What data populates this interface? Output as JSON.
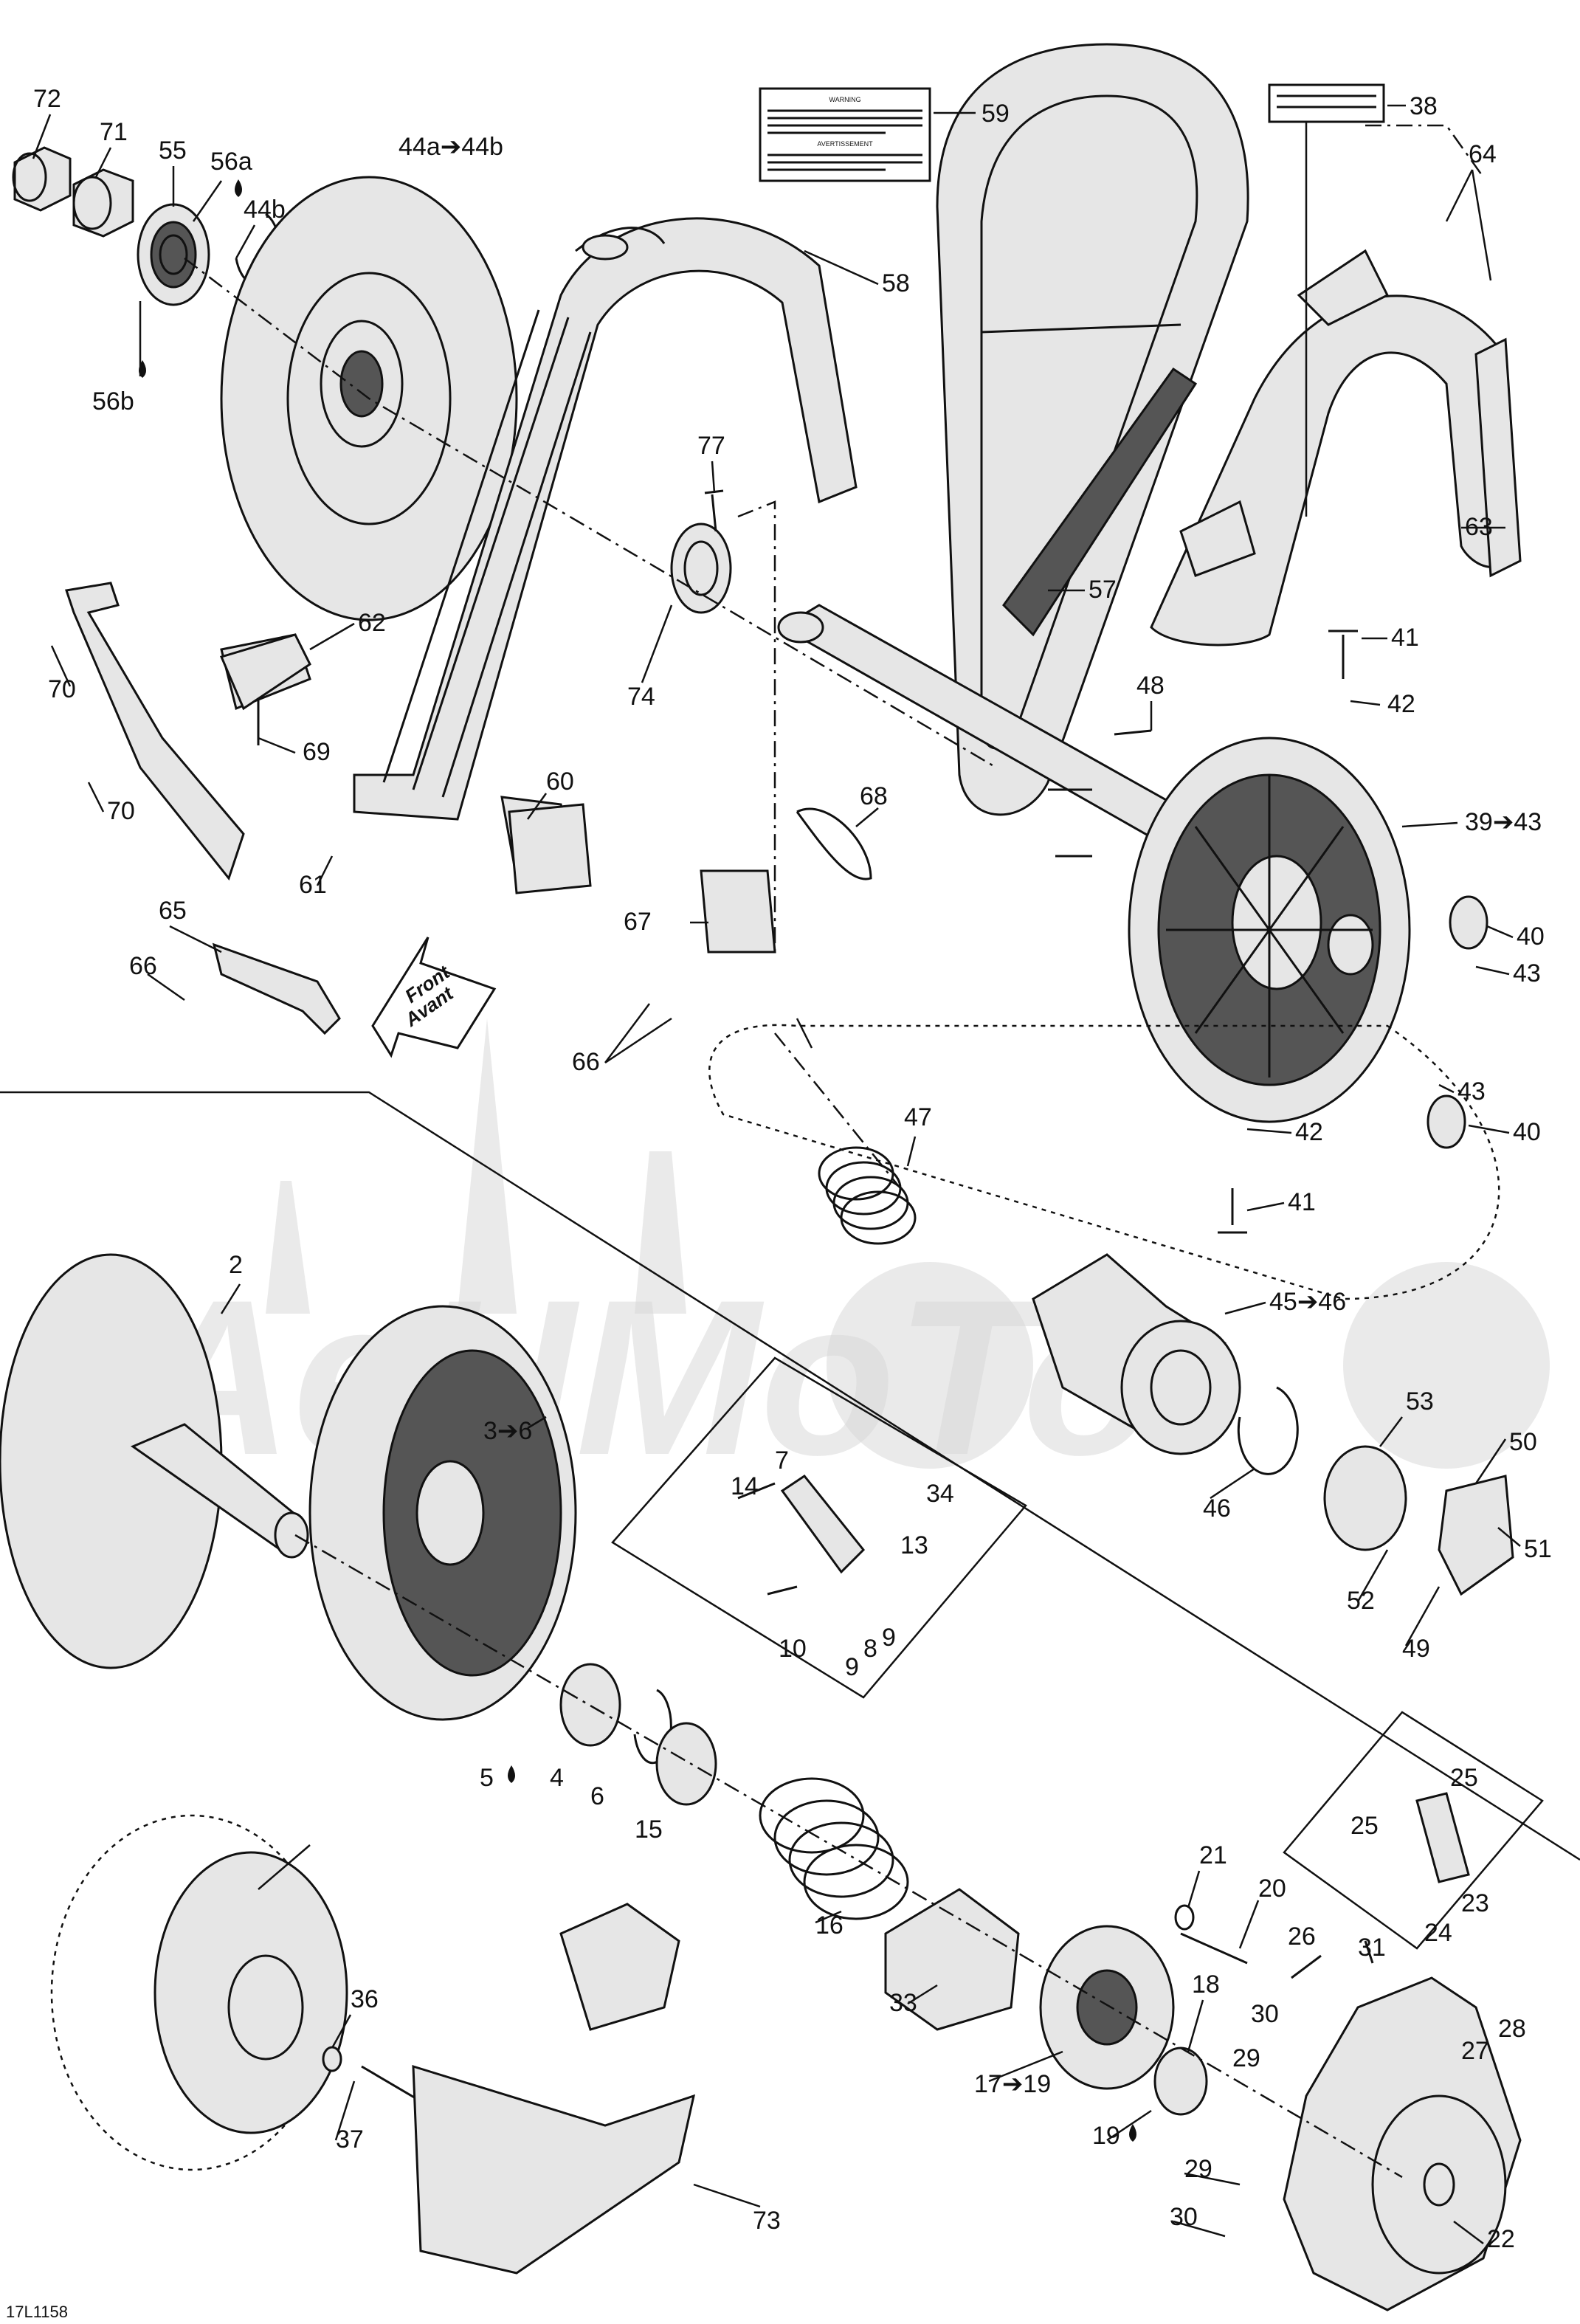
{
  "diagram_ref": "17L1158",
  "direction_label": {
    "line1": "Front",
    "line2": "Avant"
  },
  "watermark": "AeHMoTo",
  "warning_label": {
    "heading_en": "WARNING",
    "heading_fr": "AVERTISSEMENT"
  },
  "callouts": {
    "c72": "72",
    "c71": "71",
    "c55": "55",
    "c56a": "56a",
    "c44b": "44b",
    "c44a44b": "44a➔44b",
    "c56b": "56b",
    "c59": "59",
    "c38": "38",
    "c64": "64",
    "c58": "58",
    "c77": "77",
    "c62": "62",
    "c70a": "70",
    "c69": "69",
    "c70b": "70",
    "c74": "74",
    "c57": "57",
    "c63": "63",
    "c41a": "41",
    "c42a": "42",
    "c48": "48",
    "c60": "60",
    "c68": "68",
    "c61": "61",
    "c3943": "39➔43",
    "c67": "67",
    "c40a": "40",
    "c43a": "43",
    "c65": "65",
    "c66a": "66",
    "c66b": "66",
    "c47": "47",
    "c43b": "43",
    "c42b": "42",
    "c40b": "40",
    "c41b": "41",
    "c2": "2",
    "c4546": "45➔46",
    "c36r": "3➔6",
    "c7": "7",
    "c14": "14",
    "c34": "34",
    "c13": "13",
    "c53": "53",
    "c50": "50",
    "c46": "46",
    "c51": "51",
    "c10": "10",
    "c9a": "9",
    "c8": "8",
    "c9b": "9",
    "c52": "52",
    "c49": "49",
    "c5": "5",
    "c4": "4",
    "c6": "6",
    "c15": "15",
    "c25a": "25",
    "c25b": "25",
    "c16": "16",
    "c21": "21",
    "c20": "20",
    "c23": "23",
    "c24": "24",
    "c36": "36",
    "c26": "26",
    "c31": "31",
    "c33": "33",
    "c18": "18",
    "c30a": "30",
    "c28": "28",
    "c27": "27",
    "c29a": "29",
    "c1719": "17➔19",
    "c19": "19",
    "c37": "37",
    "c29b": "29",
    "c30b": "30",
    "c22": "22",
    "c73": "73"
  },
  "icons": {
    "grease": "grease-drop-icon",
    "arrow": "assembly-arrow-icon"
  }
}
